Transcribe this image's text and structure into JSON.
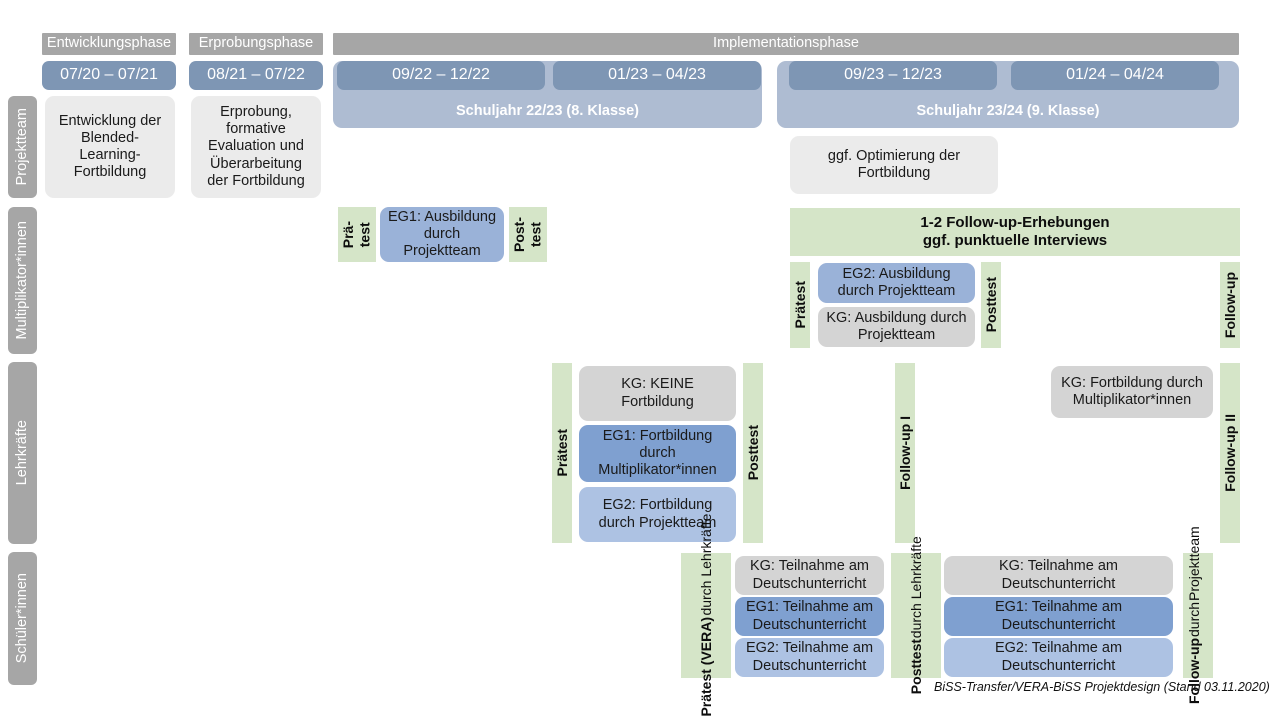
{
  "meta": {
    "footer": "BiSS-Transfer/VERA-BiSS Projektdesign (Stand 03.11.2020)"
  },
  "colors": {
    "phase_header": "#a6a6a6",
    "period_pill": "#7e96b4",
    "school_year": "#aebcd2",
    "role_label": "#a6a6a6",
    "grey_box": "#ebebeb",
    "grey_box_dark": "#d4d4d4",
    "blue_mid": "#9ab2d8",
    "blue_dark": "#7fa0d0",
    "blue_light": "#adc2e3",
    "green_strip": "#d5e5c8"
  },
  "phases": [
    {
      "label": "Entwicklungsphase"
    },
    {
      "label": "Erprobungsphase"
    },
    {
      "label": "Implementationsphase"
    }
  ],
  "periods": [
    {
      "label": "07/20 – 07/21"
    },
    {
      "label": "08/21 – 07/22"
    },
    {
      "label": "09/22 – 12/22"
    },
    {
      "label": "01/23 – 04/23"
    },
    {
      "label": "09/23 – 12/23"
    },
    {
      "label": "01/24 – 04/24"
    }
  ],
  "school_years": [
    {
      "label": "Schuljahr 22/23 (8. Klasse)"
    },
    {
      "label": "Schuljahr 23/24 (9. Klasse)"
    }
  ],
  "roles": [
    {
      "label": "Projektteam"
    },
    {
      "label": "Multiplikator*innen"
    },
    {
      "label": "Lehrkräfte"
    },
    {
      "label": "Schüler*innen"
    }
  ],
  "projektteam": {
    "entwicklung": "Entwicklung der Blended-Learning-Fortbildung",
    "erprobung": "Erprobung, formative Evaluation und Überarbeitung der Fortbildung",
    "optimierung": "ggf. Optimierung der Fortbildung"
  },
  "multiplikatoren": {
    "praetest_line1": "Prä-",
    "praetest_line2": "test",
    "posttest_line1": "Post-",
    "posttest_line2": "test",
    "eg1": "EG1: Ausbildung durch Projektteam",
    "followup_banner_line1": "1-2 Follow-up-Erhebungen",
    "followup_banner_line2": "ggf. punktuelle Interviews",
    "praetest2": "Prätest",
    "posttest2": "Posttest",
    "followup": "Follow-up",
    "eg2": "EG2: Ausbildung durch Projektteam",
    "kg": "KG: Ausbildung durch Projektteam"
  },
  "lehrkraefte": {
    "praetest": "Prätest",
    "posttest": "Posttest",
    "followup1": "Follow-up I",
    "followup2": "Follow-up II",
    "kg": "KG:  KEINE Fortbildung",
    "eg1": "EG1: Fortbildung durch Multiplikator*innen",
    "eg2": "EG2: Fortbildung durch Projektteam",
    "kg2": "KG: Fortbildung durch Multiplikator*innen"
  },
  "schueler": {
    "praetest_head": "Prätest (VERA)",
    "praetest_sub": "durch Lehrkräfte",
    "posttest_head": "Posttest",
    "posttest_sub": "durch Lehrkräfte",
    "followup_head": "Follow-up",
    "followup_sub1": "durch",
    "followup_sub2": "Projektteam",
    "left": [
      {
        "label": "KG: Teilnahme am Deutschunterricht"
      },
      {
        "label": "EG1: Teilnahme am Deutschunterricht"
      },
      {
        "label": "EG2: Teilnahme am Deutschunterricht"
      }
    ],
    "right": [
      {
        "label": "KG: Teilnahme am Deutschunterricht"
      },
      {
        "label": "EG1: Teilnahme am Deutschunterricht"
      },
      {
        "label": "EG2: Teilnahme am Deutschunterricht"
      }
    ]
  }
}
